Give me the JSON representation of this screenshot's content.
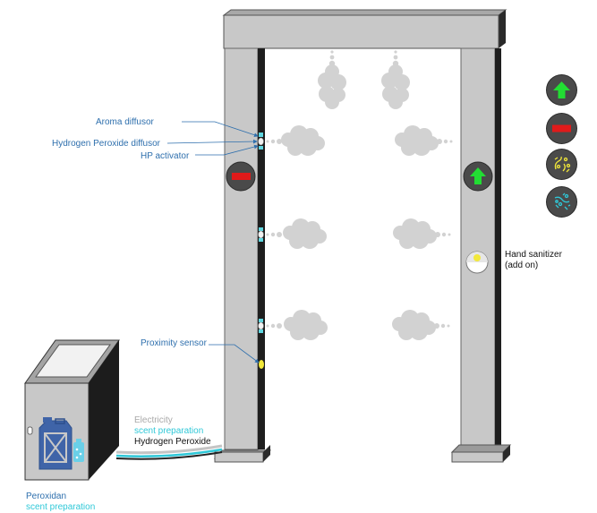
{
  "labels": {
    "aroma_diffusor": "Aroma diffusor",
    "hp_diffusor": "Hydrogen Peroxide diffusor",
    "hp_activator": "HP activator",
    "proximity_sensor": "Proximity sensor",
    "hand_sanitizer_1": "Hand sanitizer",
    "hand_sanitizer_2": "(add on)",
    "electricity": "Electricity",
    "scent_preparation_hose": "scent preparation",
    "hydrogen_peroxide": "Hydrogen Peroxide",
    "peroxidan": "Peroxidan",
    "scent_preparation_bottom": "scent preparation"
  },
  "colors": {
    "frame": "#c8c8c8",
    "frame_dark": "#1e1e1e",
    "label_blue": "#2e6fad",
    "cyan": "#2fc8d8",
    "arrow_green": "#22dd33",
    "minus_red": "#e01a1a",
    "sensor_yellow": "#f2e83a",
    "mist": "#d2d2d2"
  },
  "icons": {
    "panel": [
      "green-up-arrow-icon",
      "red-minus-icon",
      "yellow-spray-icon",
      "cyan-spray-icon"
    ],
    "gate_left": "red-minus-icon",
    "gate_right": "green-up-arrow-icon",
    "machine": "jerrycan-icon"
  }
}
